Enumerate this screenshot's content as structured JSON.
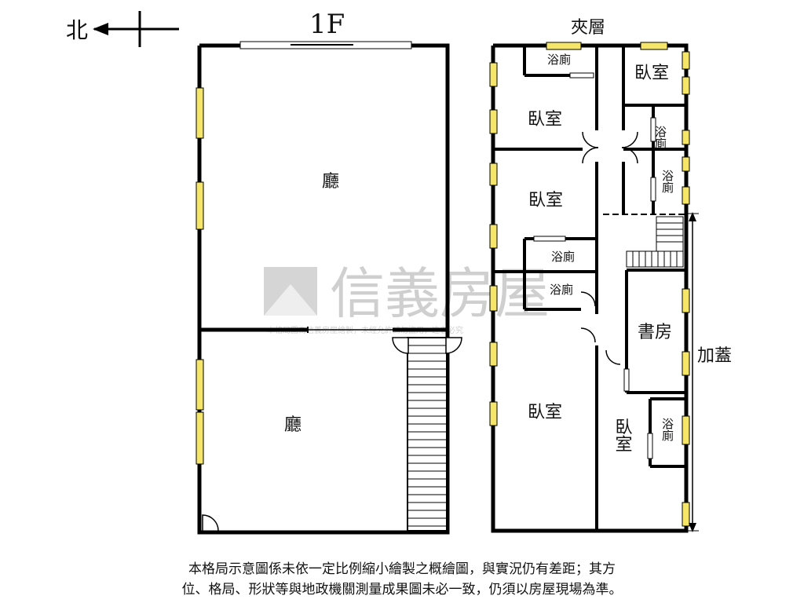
{
  "north": {
    "label": "北"
  },
  "floors": {
    "first": {
      "title": "1F",
      "rooms": {
        "hall_top": "廳",
        "hall_bottom": "廳"
      }
    },
    "mezzanine": {
      "title": "夾層",
      "rooms": {
        "bath1": "浴廁",
        "bed1": "臥室",
        "bed_ne": "臥室",
        "bath_ne1": "浴廁",
        "bath_ne2": "浴廁",
        "bed2": "臥室",
        "bath2": "浴廁",
        "bath3": "浴廁",
        "study": "書房",
        "bed_big": "臥室",
        "bed_small": "臥\n室",
        "bath4": "浴廁"
      },
      "addon_label": "加蓋"
    }
  },
  "watermark": {
    "brand": "信義房屋",
    "notice": "本格局圖為信義房屋繪製，未經允許請勿盜用，違者必究"
  },
  "disclaimer": {
    "line1": "本格局示意圖係未依一定比例縮小繪製之概繪圖，與實況仍有差距；其方",
    "line2": "位、格局、形狀等與地政機關測量成果圖未必一致，仍須以房屋現場為準。"
  },
  "colors": {
    "wall": "#000000",
    "window_fill": "#f5e66a",
    "watermark": "#cfcfcf"
  }
}
